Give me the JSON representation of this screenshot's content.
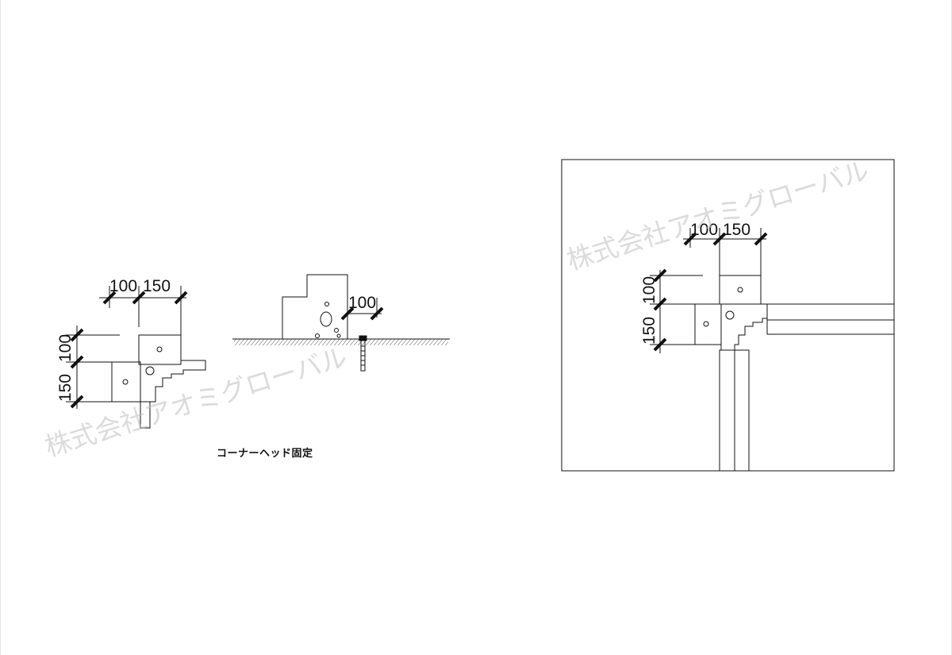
{
  "caption": "コーナーヘッド固定",
  "left_detail": {
    "dim_h_1": "100",
    "dim_h_2": "150",
    "dim_v_1": "100",
    "dim_v_2": "150"
  },
  "elevation_detail": {
    "dim_h": "100"
  },
  "right_detail": {
    "dim_h_1": "100",
    "dim_h_2": "150",
    "dim_v_1": "100",
    "dim_v_2": "150"
  },
  "watermark": {
    "text_1": "株式会社アオミグローバル",
    "text_2": "株式会社アオミグローバル"
  }
}
